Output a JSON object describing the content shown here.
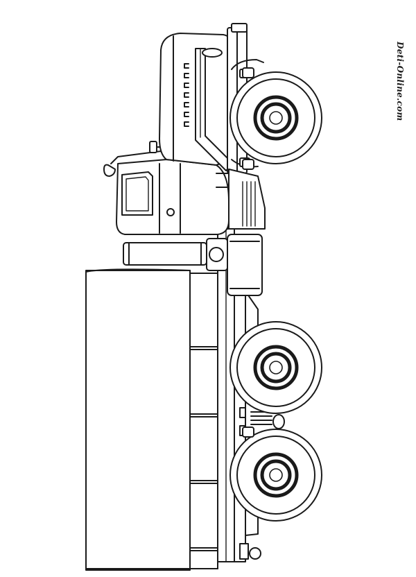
{
  "image": {
    "subject": "truck-coloring-page",
    "orientation": "rotated-90-degrees",
    "style": "black-outline-line-art",
    "line_color": "#1a1a1a",
    "background_color": "#ffffff"
  },
  "truck": {
    "wheel_count": 3,
    "wheel_style": "concentric-rings",
    "cab": "rounded-cab-with-window",
    "cargo": "covered-box-body",
    "grille_slots": 7,
    "cover_ribs": 4
  },
  "watermark": {
    "text": "Deti-Online.com"
  }
}
